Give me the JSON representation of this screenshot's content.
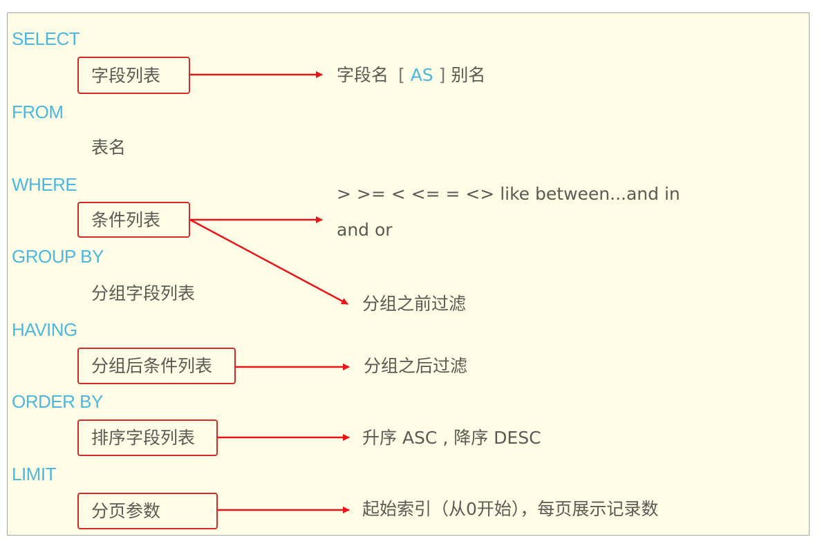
{
  "diagram": {
    "title": "SQL SELECT statement syntax",
    "colors": {
      "background": "#fffde6",
      "keyword": "#4cb7df",
      "text": "#5a5a55",
      "arrow": "#e8141a",
      "box_border": "#d42a2a"
    },
    "clauses": [
      {
        "keyword": "SELECT",
        "item": "字段列表",
        "boxed": true,
        "notes": [
          {
            "text_parts": [
              "字段名",
              "[",
              "AS",
              "]",
              "别名"
            ]
          }
        ]
      },
      {
        "keyword": "FROM",
        "item": "表名",
        "boxed": false
      },
      {
        "keyword": "WHERE",
        "item": "条件列表",
        "boxed": true,
        "notes": [
          {
            "line1": "> >= < <= = <> like  between...and   in",
            "line2": "and   or"
          },
          {
            "text": "分组之前过滤"
          }
        ]
      },
      {
        "keyword": "GROUP  BY",
        "item": "分组字段列表",
        "boxed": false
      },
      {
        "keyword": "HAVING",
        "item": "分组后条件列表",
        "boxed": true,
        "notes": [
          {
            "text": "分组之后过滤"
          }
        ]
      },
      {
        "keyword": "ORDER BY",
        "item": "排序字段列表",
        "boxed": true,
        "notes": [
          {
            "text": "升序 ASC , 降序 DESC"
          }
        ]
      },
      {
        "keyword": "LIMIT",
        "item": "分页参数",
        "boxed": true,
        "notes": [
          {
            "text": "起始索引（从0开始），每页展示记录数"
          }
        ]
      }
    ]
  }
}
